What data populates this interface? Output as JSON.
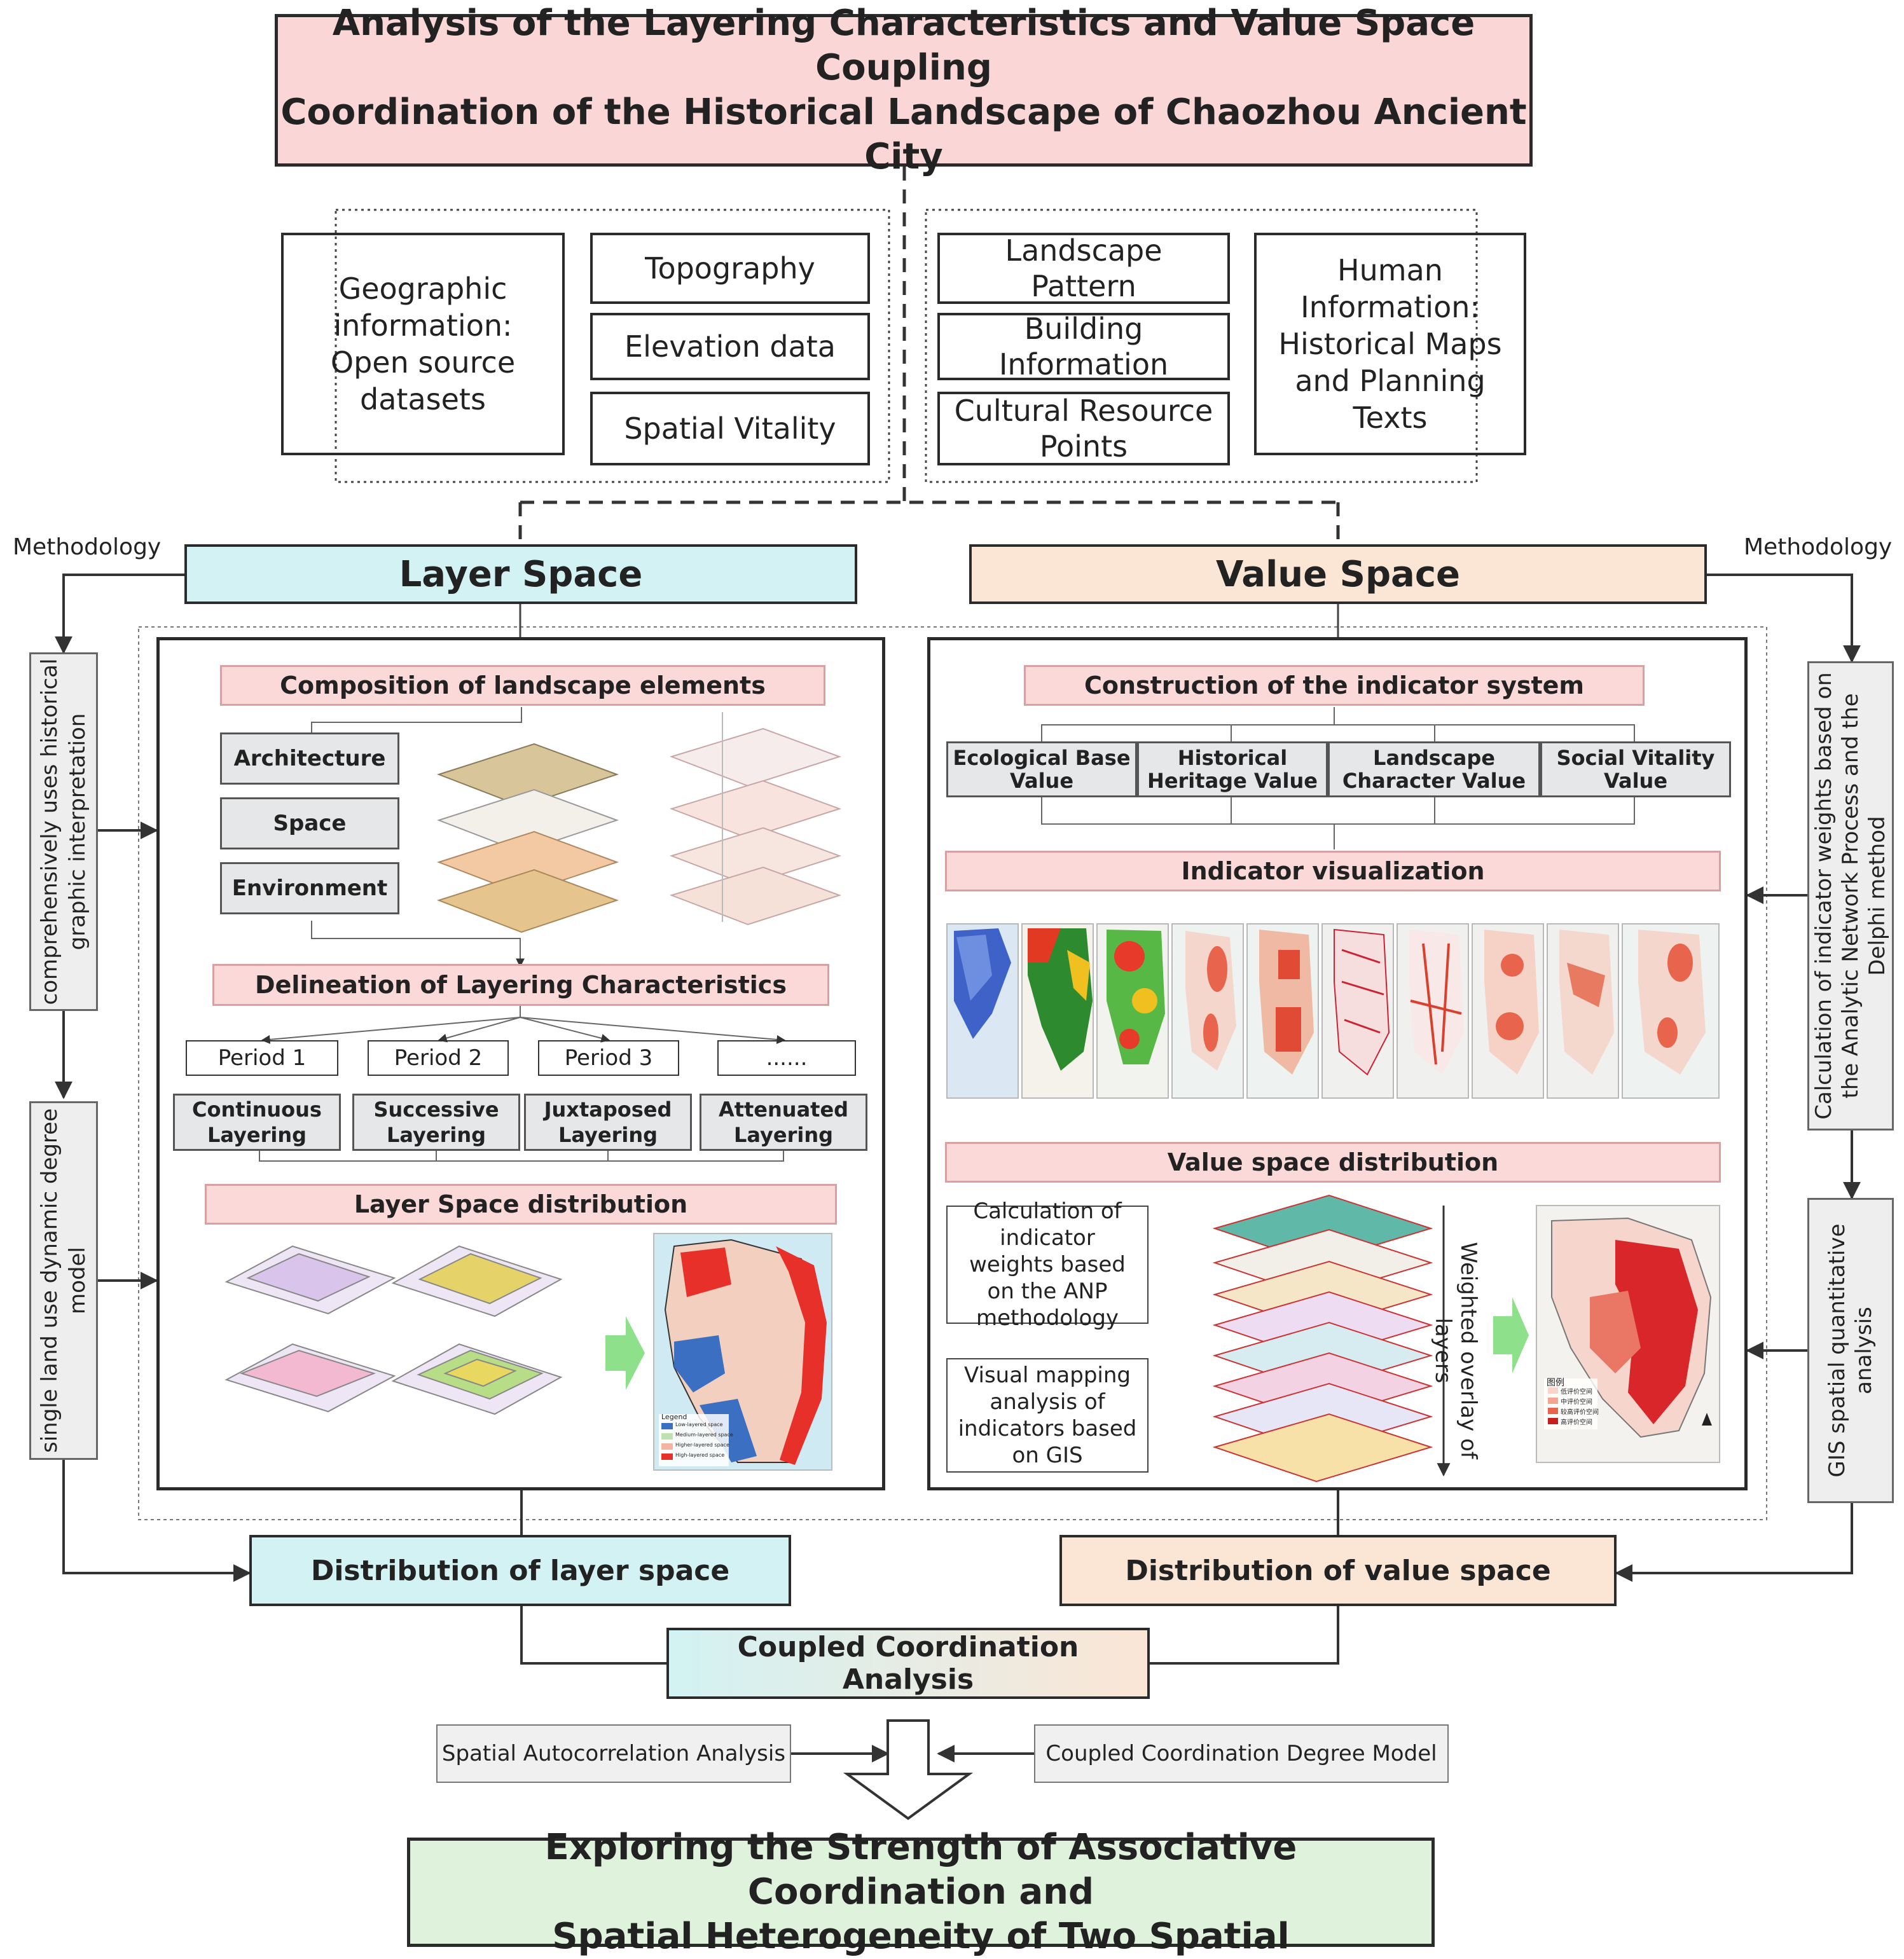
{
  "title_line1": "Analysis of the Layering Characteristics and Value Space Coupling",
  "title_line2": "Coordination of the Historical Landscape of Chaozhou Ancient City",
  "data_sources": {
    "geographic": "Geographic information: Open source datasets",
    "topography": "Topography",
    "elevation": "Elevation data",
    "vitality": "Spatial Vitality",
    "landscape_pattern": "Landscape Pattern",
    "building_info": "Building Information",
    "cultural_points": "Cultural Resource Points",
    "human_info": "Human Information: Historical Maps and Planning Texts"
  },
  "methodology_left": "Methodology",
  "methodology_right": "Methodology",
  "layer_space": {
    "header": "Layer Space",
    "left_method_1": "comprehensively uses historical graphic interpretation",
    "left_method_2": "single land use dynamic degree model",
    "composition": "Composition of landscape elements",
    "elements": [
      "Architecture",
      "Space",
      "Environment"
    ],
    "delineation": "Delineation of Layering Characteristics",
    "periods": [
      "Period 1",
      "Period 2",
      "Period 3",
      "......"
    ],
    "layering_types": [
      "Continuous Layering",
      "Successive Layering",
      "Juxtaposed Layering",
      "Attenuated Layering"
    ],
    "distribution_title": "Layer Space distribution",
    "map_legend_title": "Legend",
    "map_legend": [
      "Low-layered space",
      "Medium-layered space",
      "Higher-layered space",
      "High-layered space"
    ]
  },
  "value_space": {
    "header": "Value Space",
    "right_method_1": "Calculation of indicator weights based on the Analytic Network Process and the Delphi method",
    "right_method_2": "GIS spatial quantitative analysis",
    "indicator_system": "Construction of the indicator system",
    "values": [
      "Ecological Base Value",
      "Historical Heritage Value",
      "Landscape Character Value",
      "Social Vitality Value"
    ],
    "visualization": "Indicator visualization",
    "distribution_title": "Value space distribution",
    "anp_box": "Calculation of indicator weights based on the ANP methodology",
    "gis_box": "Visual mapping analysis of indicators based on GIS",
    "overlay": "Weighted overlay of layers",
    "map_legend_title": "图例",
    "map_legend": [
      "低评价空间",
      "中评价空间",
      "较高评价空间",
      "高评价空间"
    ]
  },
  "distribution_layer": "Distribution of layer space",
  "distribution_value": "Distribution of value space",
  "coupled": "Coupled Coordination Analysis",
  "spatial_auto": "Spatial Autocorrelation Analysis",
  "ccd_model": "Coupled Coordination Degree Model",
  "result_line1": "Exploring the Strength of Associative Coordination and",
  "result_line2": "Spatial Heterogeneity of Two Spatial",
  "colors": {
    "pink": "#fbd6d6",
    "cyan": "#d2f2f3",
    "peach": "#fbe6d5",
    "green": "#dff2dc",
    "arrow_green": "#8fe08a"
  }
}
